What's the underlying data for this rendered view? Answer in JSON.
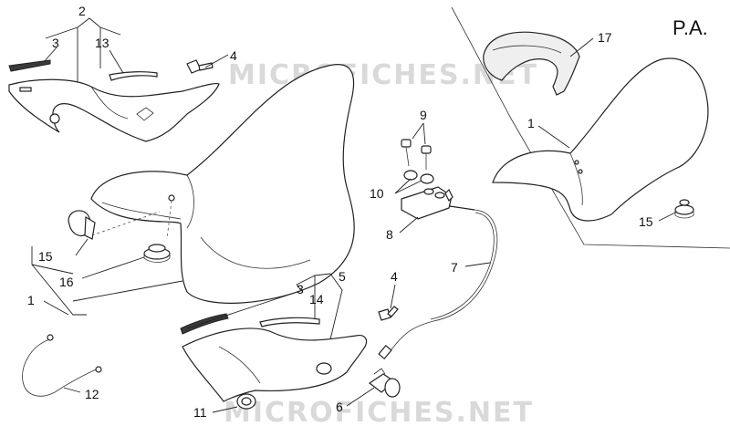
{
  "watermark": {
    "top": "MICROFICHES.NET",
    "bottom": "MICROFICHES.NET"
  },
  "variant_label": "P.A.",
  "callouts": {
    "c1_left": "1",
    "c1_right": "1",
    "c2": "2",
    "c3_top": "3",
    "c3_bottom": "3",
    "c4_top": "4",
    "c4_bottom": "4",
    "c5": "5",
    "c6": "6",
    "c7": "7",
    "c8": "8",
    "c9": "9",
    "c10": "10",
    "c11": "11",
    "c12": "12",
    "c13": "13",
    "c14": "14",
    "c15_left": "15",
    "c15_right": "15",
    "c16": "16",
    "c17": "17"
  }
}
